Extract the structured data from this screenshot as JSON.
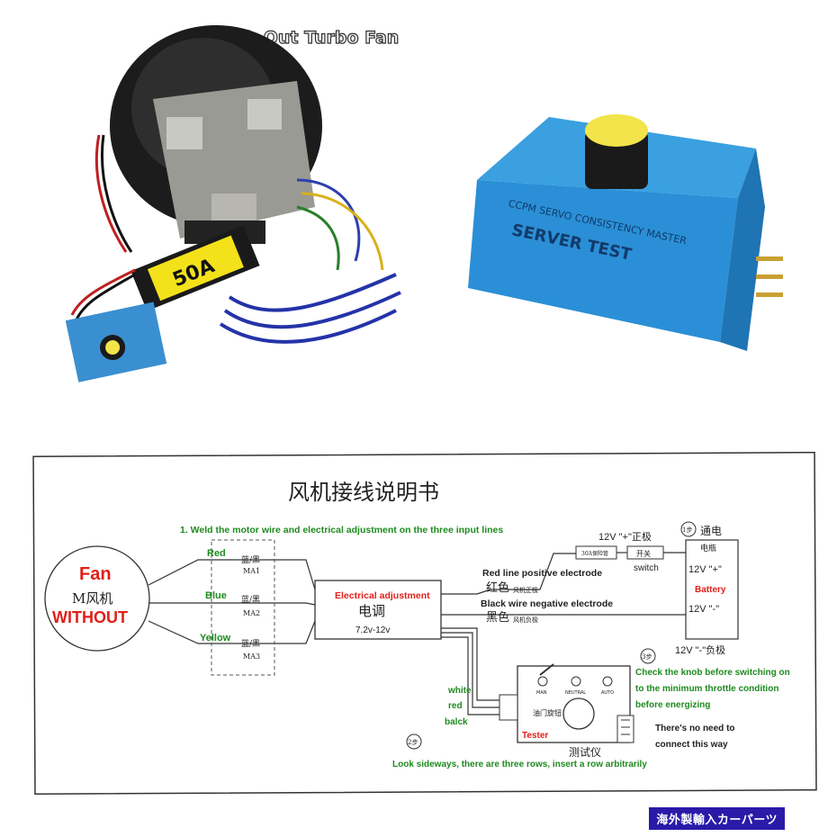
{
  "photo_left": {
    "caption": "With Out Turbo Fan",
    "esc_label": "50A"
  },
  "photo_right": {
    "box_line1": "CCPM SERVO CONSISTENCY MASTER",
    "box_line2": "SERVER TEST"
  },
  "diagram": {
    "title": "风机接线说明书",
    "step1": "1. Weld the motor wire and electrical adjustment on the three input lines",
    "fan_en": "Fan",
    "fan_cn": "M风机",
    "fan_without": "WITHOUT",
    "wires": [
      {
        "label": "Red",
        "cn": "蓝/黑",
        "code": "MA1"
      },
      {
        "label": "Blue",
        "cn": "蓝/黑",
        "code": "MA2"
      },
      {
        "label": "Yellow",
        "cn": "蓝/黑",
        "code": "MA3"
      }
    ],
    "esc_en": "Electrical adjustment",
    "esc_cn": "电调",
    "esc_voltage": "7.2v-12v",
    "red_line": "Red line positive electrode",
    "red_cn": "红色",
    "red_cn_small": "风机正极",
    "black_line": "Black wire negative electrode",
    "black_cn": "黑色",
    "black_cn_small": "风机负极",
    "fuse_label": "30A保险管",
    "switch_cn": "开关",
    "switch_en": "switch",
    "plus_top": "12V \"+\"正极",
    "step1_mark": "1步",
    "power_cn": "通电",
    "battery_cn": "电瓶",
    "battery_plus": "12V \"+\"",
    "battery_en": "Battery",
    "battery_minus": "12V \"-\"",
    "minus_bottom": "12V \"-\"负极",
    "step3_mark": "3步",
    "step3_text1": "Check the knob before switching on",
    "step3_text2": "to the minimum throttle condition",
    "step3_text3": "before energizing",
    "tester_white": "white",
    "tester_red": "red",
    "tester_black": "balck",
    "tester_en": "Tester",
    "tester_cn": "测试仪",
    "tester_knob_cn": "油门旋钮",
    "tester_modes": [
      "MAN",
      "NEUTRAL",
      "AUTO"
    ],
    "no_need1": "There's no need to",
    "no_need2": "connect this way",
    "step2_mark": "2步",
    "step2_text": "Look sideways, there are three rows, insert a row arbitrarily"
  },
  "watermark": "海外製輸入カーパーツ",
  "colors": {
    "green_text": "#1f8a1f",
    "red_text": "#e0201a",
    "esc_yellow": "#f3e21a",
    "box_blue": "#2a8fd6",
    "knob_yellow": "#f2e44a",
    "watermark_bg": "#2a1aa8"
  }
}
